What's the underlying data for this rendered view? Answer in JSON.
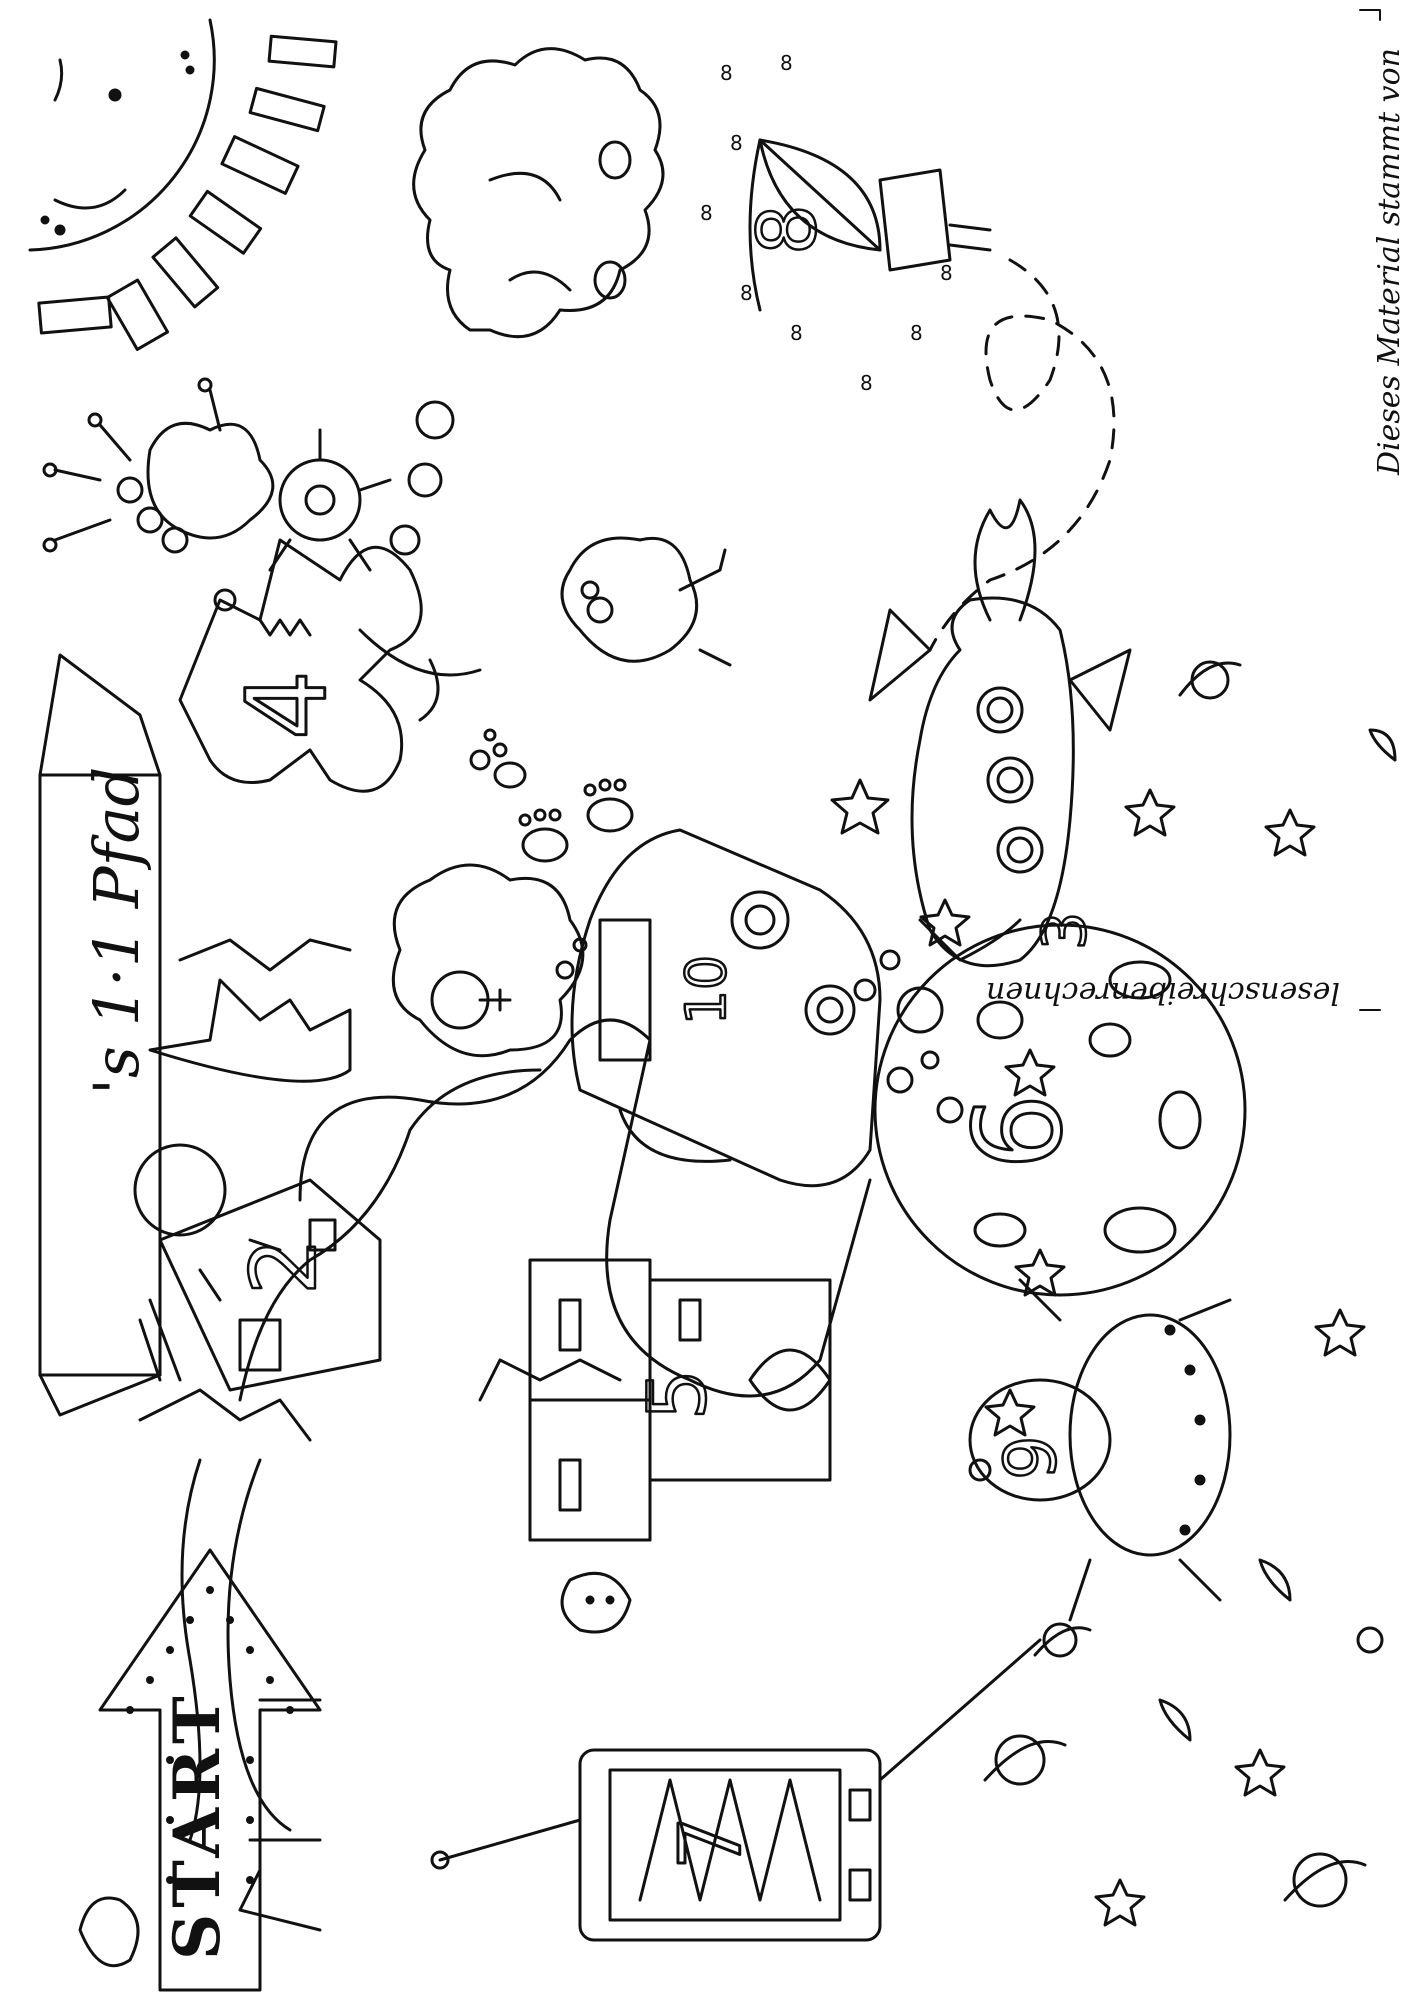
{
  "banner": {
    "title": "'s 1·1 Pfad"
  },
  "start_sign": {
    "label": "START"
  },
  "numbers": {
    "house": "2",
    "tv": "7",
    "castle": "5",
    "car": "10",
    "dino": "4",
    "cloud_umbrella": "8",
    "rocket": "3",
    "moon": "6",
    "ufo": "9"
  },
  "credit": {
    "line": "Dieses Material stammt von",
    "site": "lesenschreibenrechnen"
  },
  "ink_color": "#111111"
}
